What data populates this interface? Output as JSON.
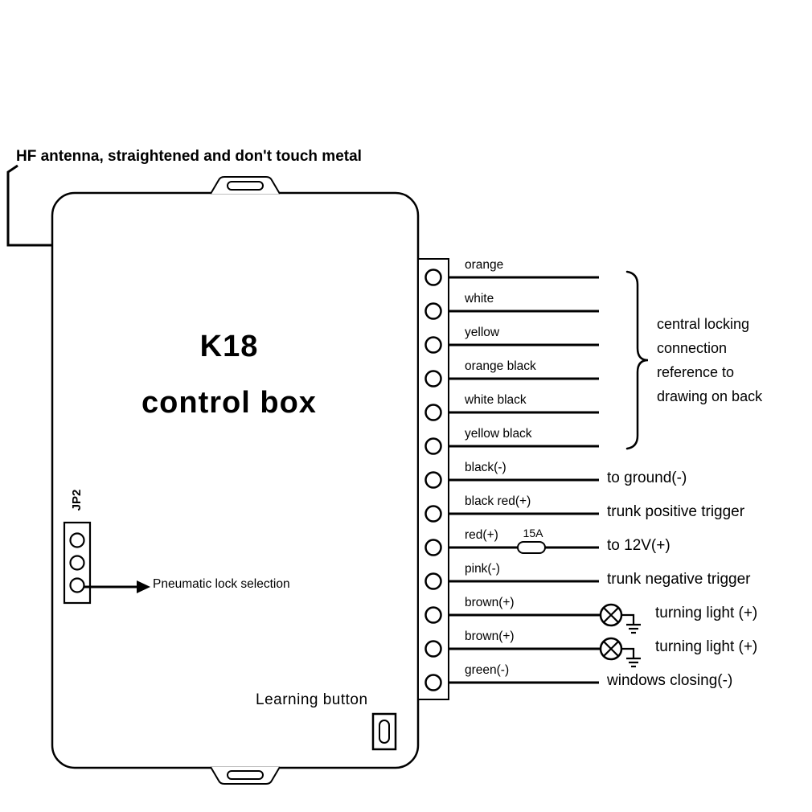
{
  "antenna_note": "HF antenna, straightened and don't touch metal",
  "control_box": {
    "model": "K18",
    "name": "control box"
  },
  "jp2": {
    "label": "JP2",
    "note": "Pneumatic lock selection"
  },
  "learning_button_label": "Learning button",
  "central_locking_note": "central locking\nconnection\nreference to\ndrawing on back",
  "wires": [
    {
      "label": "orange"
    },
    {
      "label": "white"
    },
    {
      "label": "yellow"
    },
    {
      "label": "orange black"
    },
    {
      "label": "white black"
    },
    {
      "label": "yellow black"
    },
    {
      "label": "black(-)",
      "annotation": "to ground(-)"
    },
    {
      "label": "black red(+)",
      "annotation": "trunk positive trigger"
    },
    {
      "label": "red(+)",
      "fuse": "15A",
      "annotation": "to 12V(+)"
    },
    {
      "label": "pink(-)",
      "annotation": "trunk negative trigger"
    },
    {
      "label": "brown(+)",
      "lamp": true,
      "annotation": "turning light (+)"
    },
    {
      "label": "brown(+)",
      "lamp": true,
      "annotation": "turning light (+)"
    },
    {
      "label": "green(-)",
      "annotation": "windows closing(-)"
    }
  ],
  "colors": {
    "line": "#000000",
    "background": "#ffffff"
  }
}
